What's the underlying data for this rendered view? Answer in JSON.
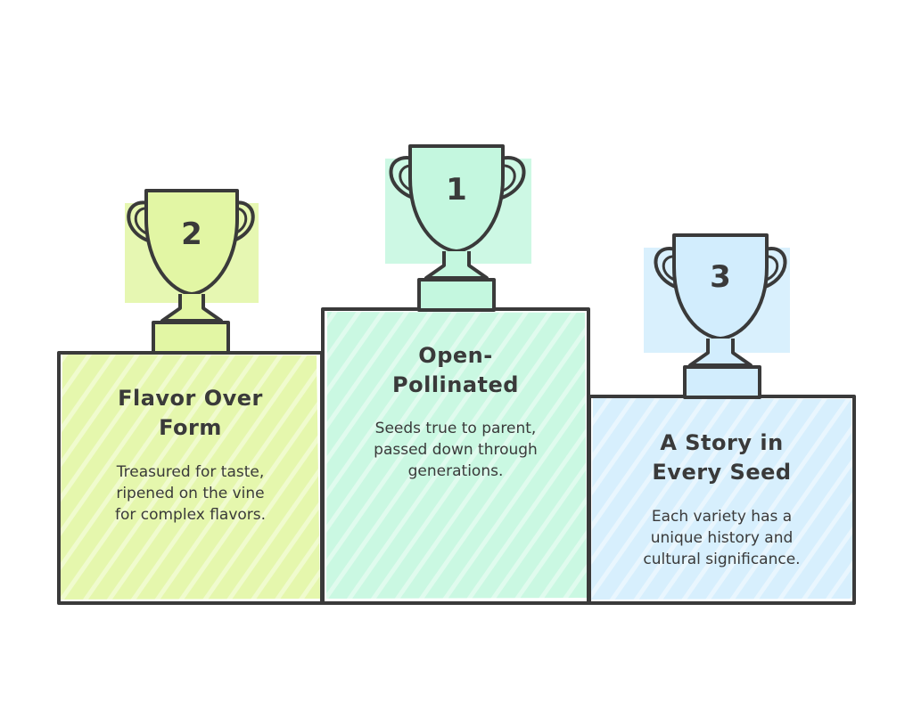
{
  "colors": {
    "green_fill": "#e2f6a4",
    "mint_fill": "#c4f7df",
    "blue_fill": "#d2edfd",
    "outline": "#3a3a3a",
    "background": "#ffffff"
  },
  "podium": [
    {
      "rank": "2",
      "title_lines": [
        "Flavor Over",
        "Form"
      ],
      "description_lines": [
        "Treasured for taste,",
        "ripened on the vine",
        "for complex flavors."
      ]
    },
    {
      "rank": "1",
      "title_lines": [
        "Open-",
        "Pollinated"
      ],
      "description_lines": [
        "Seeds true to parent,",
        "passed down through",
        "generations."
      ]
    },
    {
      "rank": "3",
      "title_lines": [
        "A Story in",
        "Every Seed"
      ],
      "description_lines": [
        "Each variety has a",
        "unique history and",
        "cultural significance."
      ]
    }
  ]
}
